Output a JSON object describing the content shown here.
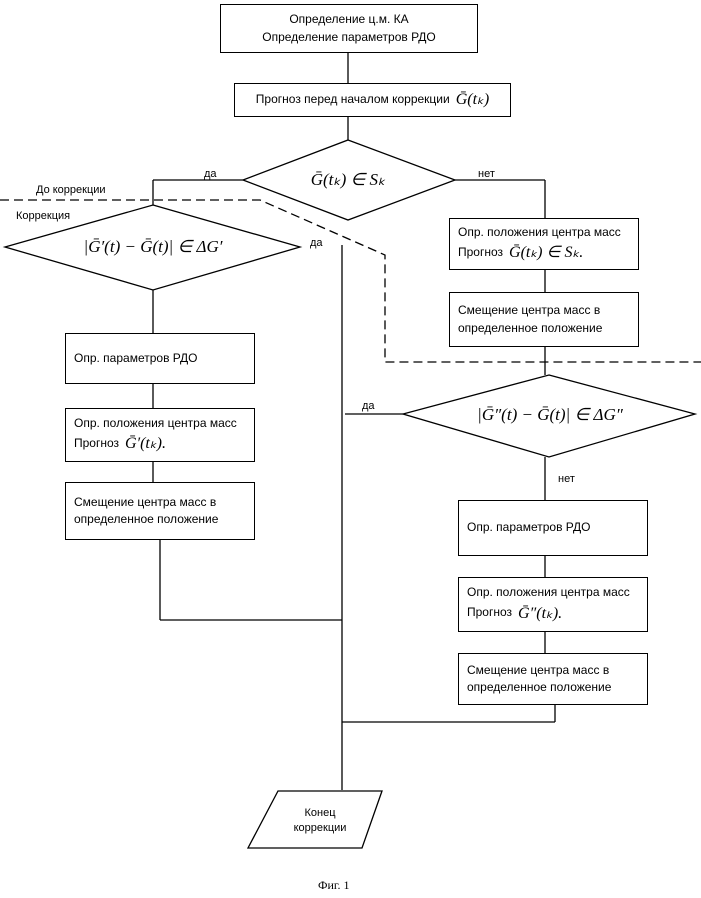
{
  "flowchart": {
    "start_box": {
      "line1": "Определение ц.м. КА",
      "line2": "Определение параметров РДО"
    },
    "forecast_box": {
      "text": "Прогноз перед началом коррекции",
      "formula": "Ḡ(tₖ)"
    },
    "decision1": {
      "formula": "Ḡ(tₖ) ∈ Sₖ",
      "yes_label": "да",
      "no_label": "нет"
    },
    "region_labels": {
      "before": "До коррекции",
      "correction": "Коррекция"
    },
    "decision2": {
      "formula": "|Ḡ′(t) − Ḡ(t)| ∈ ΔG′",
      "yes_label": "да"
    },
    "right_branch": {
      "center_box": {
        "line1": "Опр. положения центра масс",
        "line2": "Прогноз",
        "formula": "Ḡ(tₖ) ∈ Sₖ."
      },
      "shift_box": {
        "line1": "Смещение центра масс в",
        "line2": "определенное положение"
      }
    },
    "decision3": {
      "formula": "|Ḡ″(t) − Ḡ(t)| ∈ ΔG″",
      "yes_label": "да",
      "no_label": "нет"
    },
    "left_branch": {
      "params_box": {
        "text": "Опр. параметров РДО"
      },
      "center_box": {
        "line1": "Опр. положения центра масс",
        "line2": "Прогноз",
        "formula": "Ḡ′(tₖ)."
      },
      "shift_box": {
        "line1": "Смещение центра масс в",
        "line2": "определенное положение"
      }
    },
    "lower_right_branch": {
      "params_box": {
        "text": "Опр. параметров РДО"
      },
      "center_box": {
        "line1": "Опр. положения центра масс",
        "line2": "Прогноз",
        "formula": "Ḡ″(tₖ)."
      },
      "shift_box": {
        "line1": "Смещение центра масс в",
        "line2": "определенное положение"
      }
    },
    "end_node": {
      "line1": "Конец",
      "line2": "коррекции"
    }
  },
  "caption": "Фиг. 1"
}
